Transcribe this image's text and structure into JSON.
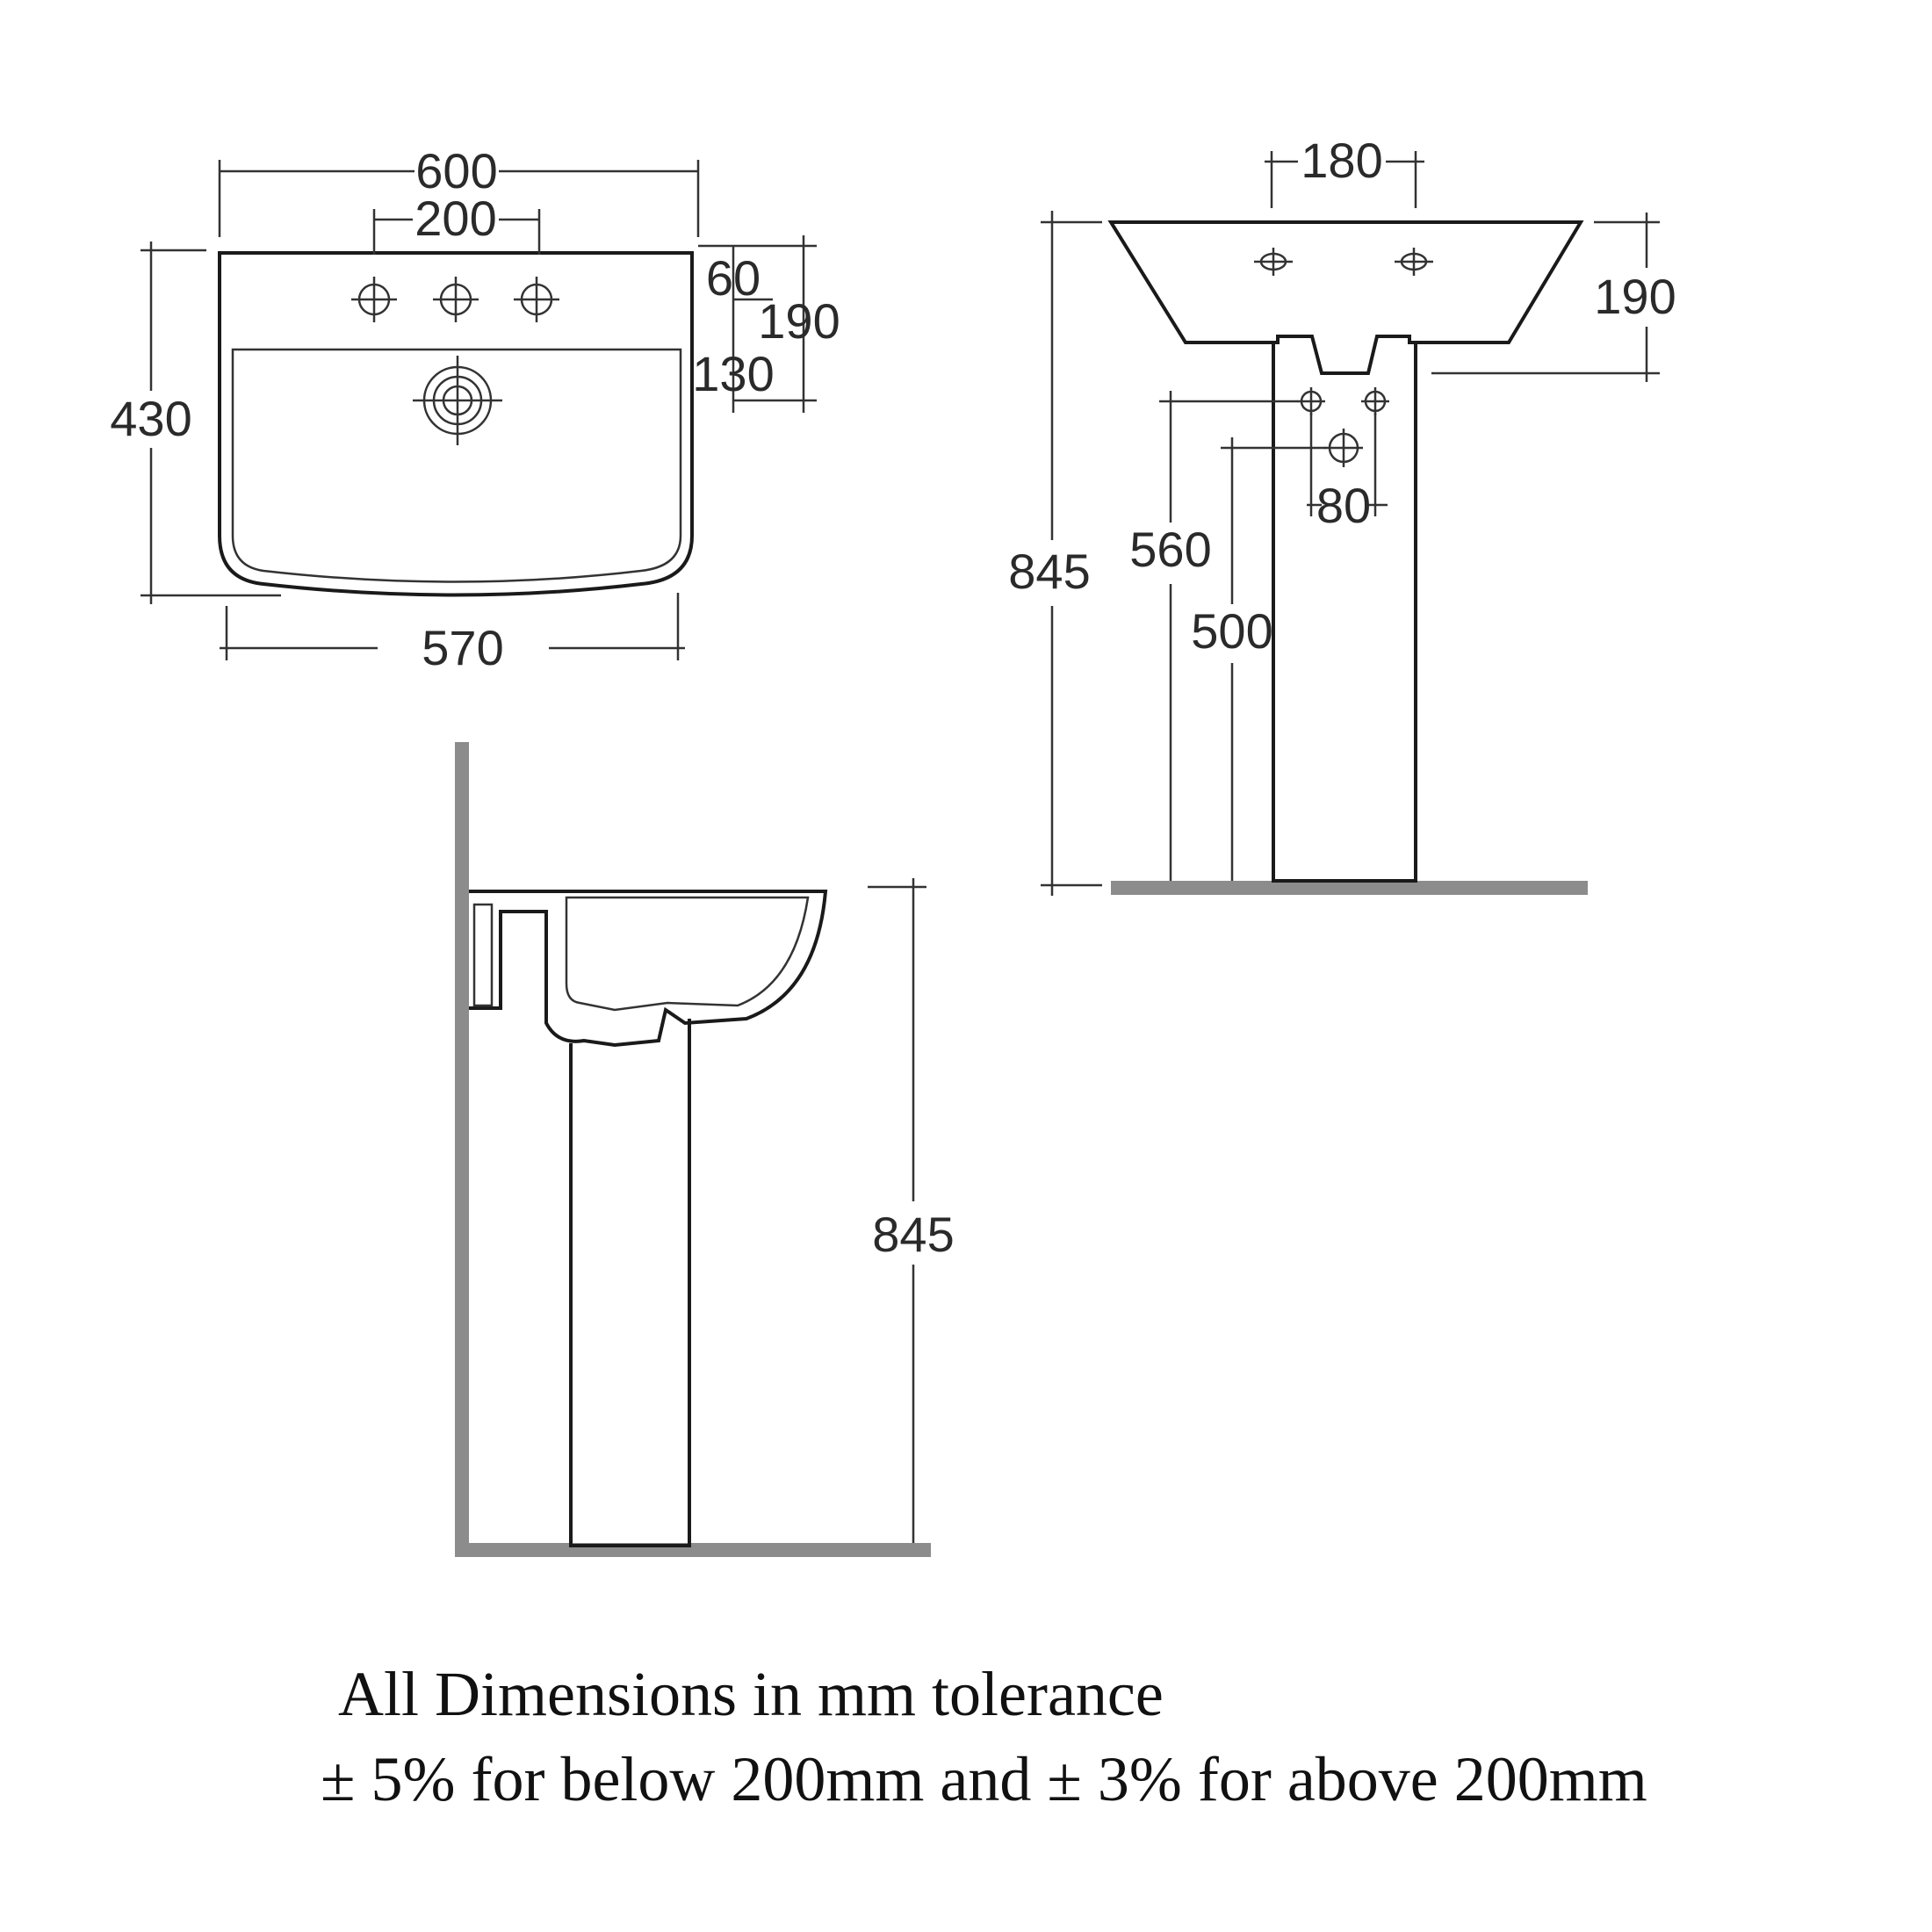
{
  "top_view": {
    "overall_width": "600",
    "tap_hole_spacing": "200",
    "tap_row_offset": "60",
    "bowl_depth_total": "190",
    "waste_offset": "130",
    "overall_depth": "430",
    "bowl_width": "570"
  },
  "front_view": {
    "waste_width": "180",
    "basin_height": "190",
    "overall_height": "845",
    "supply_height": "560",
    "waste_outlet_height": "500",
    "supply_spacing": "80"
  },
  "side_view": {
    "overall_height": "845"
  },
  "note": {
    "line1": "All Dimensions in mm tolerance",
    "line2": "± 5% for below 200mm and ± 3% for above 200mm"
  }
}
